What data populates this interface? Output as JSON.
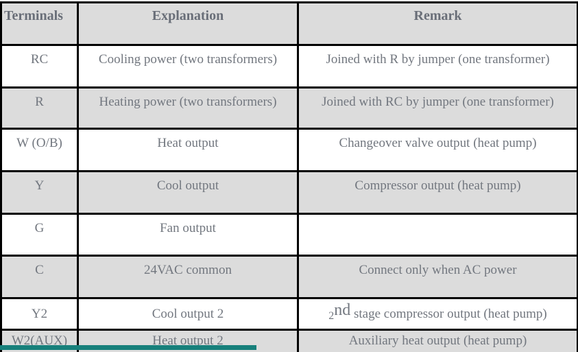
{
  "page": {
    "accent_color": "#17807b",
    "row_shade_color": "#dcdcdc",
    "border_color": "#000000",
    "text_color": "#72777f"
  },
  "table": {
    "headers": {
      "terminal": "Terminals",
      "explanation": "Explanation",
      "remark": "Remark"
    },
    "rows": [
      {
        "terminal": "RC",
        "explanation": "Cooling power (two transformers)",
        "remark": "Joined with R by jumper (one transformer)"
      },
      {
        "terminal": "R",
        "explanation": "Heating power (two transformers)",
        "remark": "Joined with RC by jumper (one transformer)"
      },
      {
        "terminal": "W (O/B)",
        "explanation": "Heat output",
        "remark": "Changeover valve output (heat pump)"
      },
      {
        "terminal": "Y",
        "explanation": "Cool output",
        "remark": "Compressor output (heat pump)"
      },
      {
        "terminal": "G",
        "explanation": "Fan output",
        "remark": ""
      },
      {
        "terminal": "C",
        "explanation": "24VAC common",
        "remark": "Connect only when AC power"
      },
      {
        "terminal": "Y2",
        "explanation": "Cool output 2",
        "remark": "2nd stage compressor output (heat pump)",
        "remark_num": "2",
        "remark_sup": "nd",
        "remark_rest": " stage compressor output (heat pump)"
      },
      {
        "terminal": "W2(AUX)",
        "explanation": "Heat output 2",
        "remark": "Auxiliary heat output (heat pump)"
      }
    ]
  }
}
